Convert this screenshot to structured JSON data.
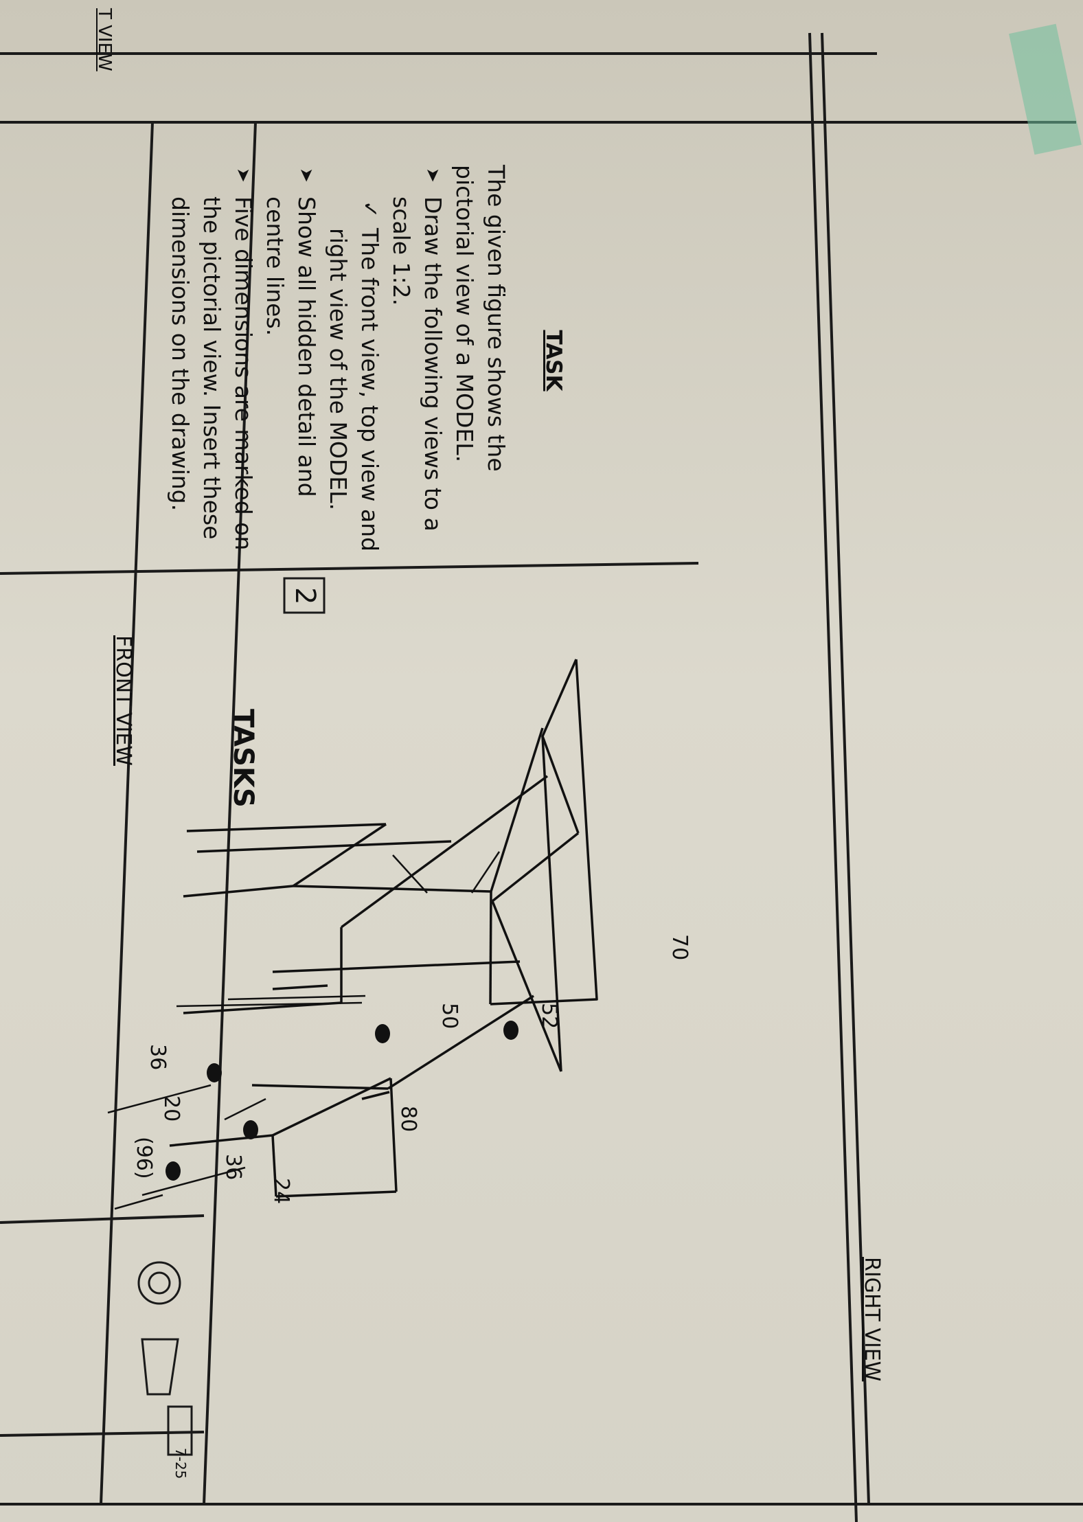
{
  "header": {
    "title": "TASKS",
    "task_number": "2",
    "page_ref": "7-25"
  },
  "side_label": "T VIEW",
  "task": {
    "heading": "TASK",
    "intro": "The given figure shows the pictorial view of a MODEL.",
    "bullet_1": "Draw the following views to a scale 1:2.",
    "sub_bullet": "The front view, top view and right view of the MODEL.",
    "bullet_2": "Show all hidden detail and centre lines.",
    "bullet_3": "Five dimensions are marked on the pictorial view. Insert these dimensions on the drawing."
  },
  "drawing": {
    "view_labels": {
      "front": "FRONT VIEW",
      "right": "RIGHT VIEW"
    },
    "dimensions": [
      "70",
      "52",
      "50",
      "80",
      "24",
      "36",
      "20",
      "(96)",
      "36"
    ]
  },
  "colors": {
    "paper": "#d8d5c9",
    "ink": "#111111",
    "tape": "#4fa886"
  }
}
